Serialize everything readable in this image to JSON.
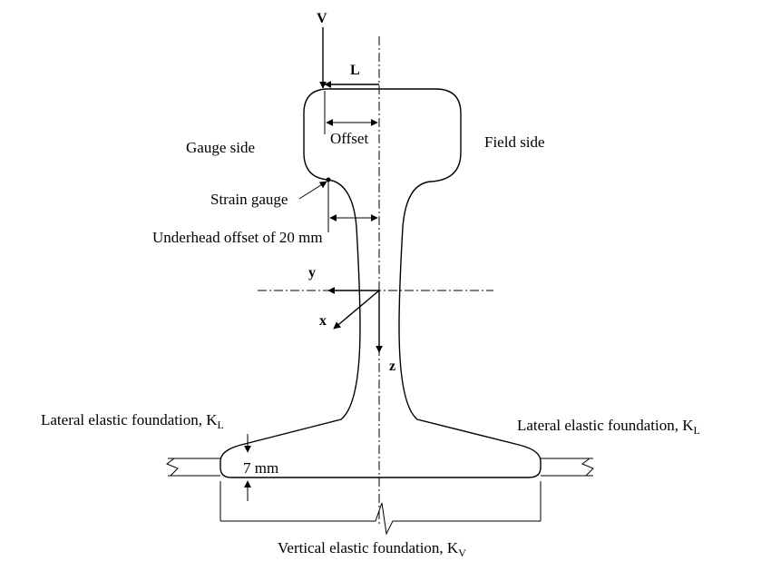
{
  "labels": {
    "force_v": "V",
    "force_l": "L",
    "offset": "Offset",
    "gauge_side": "Gauge side",
    "field_side": "Field side",
    "strain_gauge": "Strain gauge",
    "underhead_offset": "Underhead offset of 20 mm",
    "axis_y": "y",
    "axis_x": "x",
    "axis_z": "z",
    "lateral_left": "Lateral elastic foundation, K",
    "lateral_left_sub": "L",
    "lateral_right": "Lateral elastic foundation, K",
    "lateral_right_sub": "L",
    "dimension_7mm": "7 mm",
    "vertical": "Vertical elastic foundation, K",
    "vertical_sub": "V"
  }
}
